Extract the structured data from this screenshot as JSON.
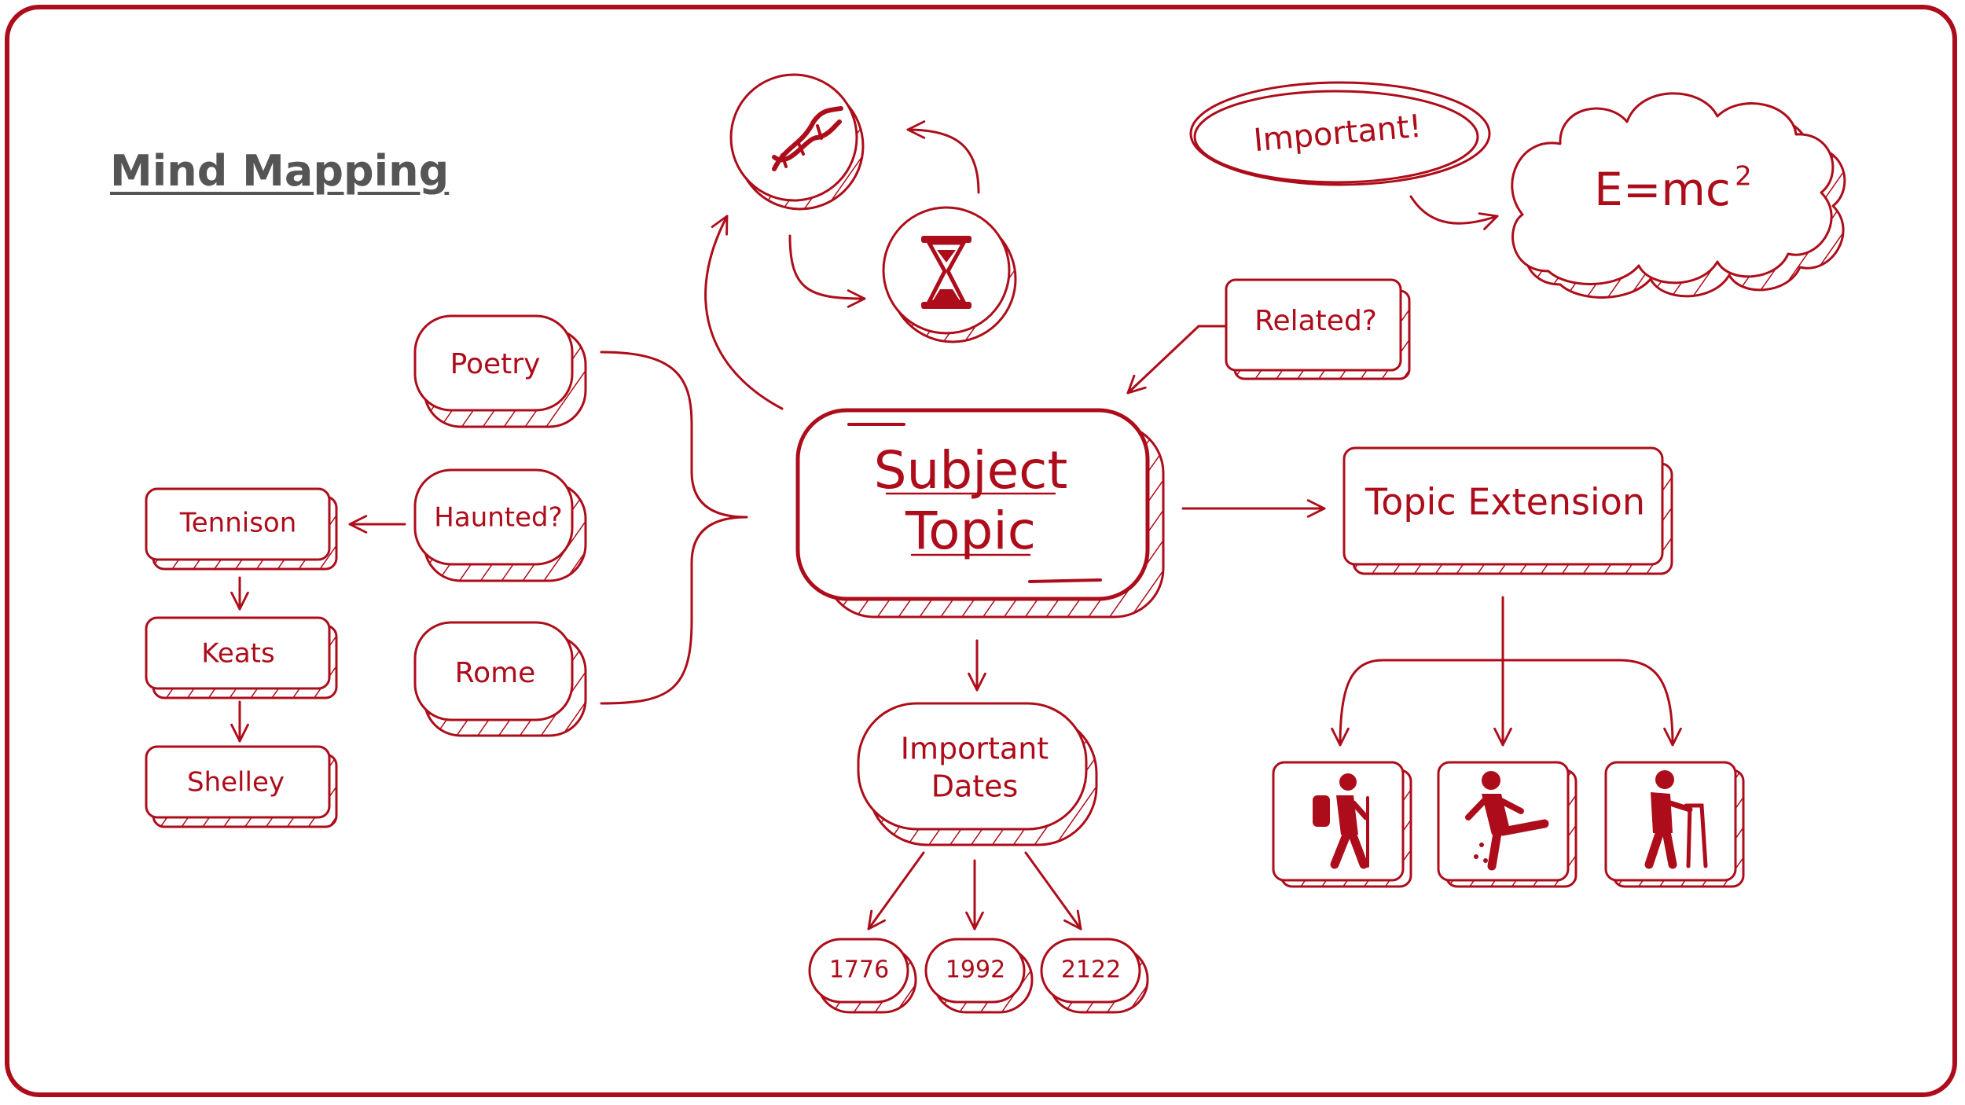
{
  "title": "Mind Mapping",
  "accent_color": "#ad0d1a",
  "heading_color": "#555555",
  "nodes": {
    "subject_line1": "Subject",
    "subject_line2": "Topic",
    "poetry": "Poetry",
    "haunted": "Haunted?",
    "rome": "Rome",
    "tennison": "Tennison",
    "keats": "Keats",
    "shelley": "Shelley",
    "related": "Related?",
    "topic_extension": "Topic Extension",
    "important_dates_line1": "Important",
    "important_dates_line2": "Dates",
    "date_1": "1776",
    "date_2": "1992",
    "date_3": "2122",
    "important": "Important!",
    "formula_main": "E=mc",
    "formula_exp": "2"
  },
  "icons": {
    "dna": "dna-icon",
    "hourglass": "hourglass-icon",
    "hiker": "hiker-icon",
    "kick": "person-kicking-icon",
    "walker": "elderly-walker-icon"
  }
}
